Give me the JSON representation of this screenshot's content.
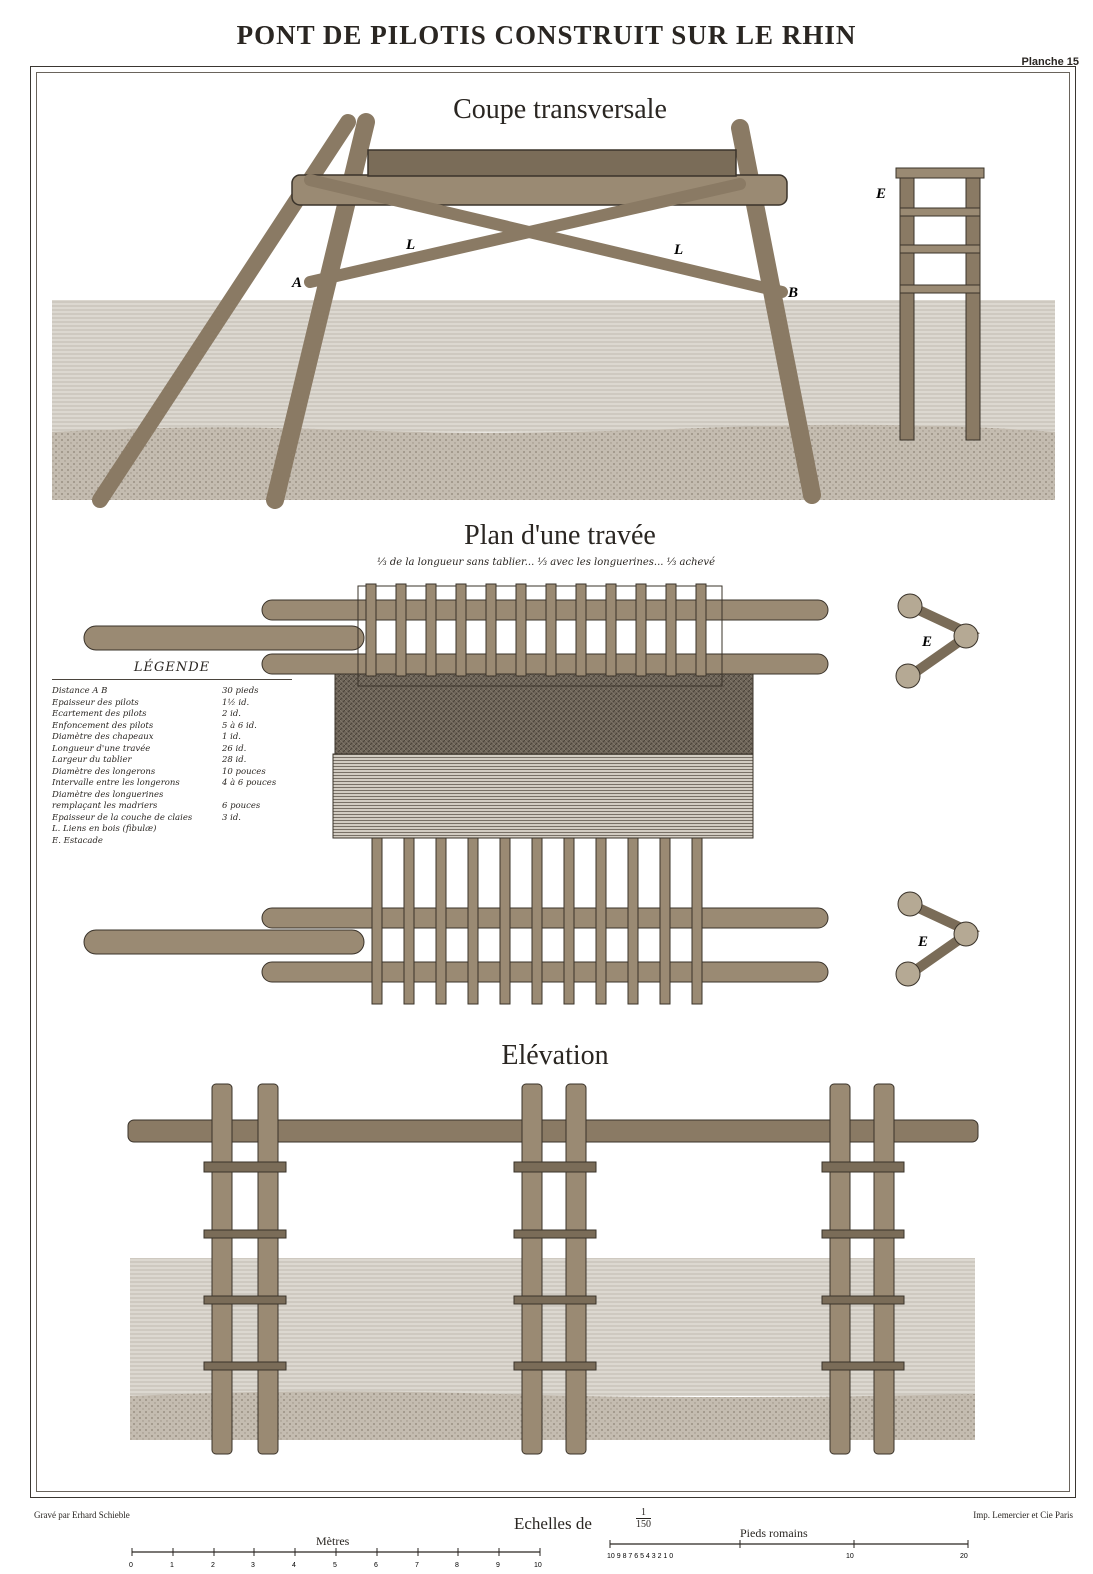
{
  "header": {
    "title": "PONT DE PILOTIS CONSTRUIT SUR LE RHIN",
    "plate": "Planche 15"
  },
  "sections": {
    "cross_section": {
      "title": "Coupe transversale",
      "labels": {
        "a": "A",
        "b": "B",
        "l1": "L",
        "l2": "L",
        "e": "E"
      }
    },
    "plan": {
      "title": "Plan d'une travée",
      "subtitle": "⅓ de la longueur sans tablier... ⅓ avec les longuerines... ⅓ achevé",
      "labels": {
        "e_top": "E",
        "e_bottom": "E"
      }
    },
    "elevation": {
      "title": "Elévation"
    }
  },
  "legend": {
    "title": "LÉGENDE",
    "rows": [
      {
        "label": "Distance A B",
        "value": "30 pieds"
      },
      {
        "label": "Epaisseur des pilots",
        "value": "1½ id."
      },
      {
        "label": "Ecartement des pilots",
        "value": "2 id."
      },
      {
        "label": "Enfoncement des pilots",
        "value": "5 à 6 id."
      },
      {
        "label": "Diamètre des chapeaux",
        "value": "1 id."
      },
      {
        "label": "Longueur d'une travée",
        "value": "26 id."
      },
      {
        "label": "Largeur du tablier",
        "value": "28 id."
      },
      {
        "label": "Diamètre des longerons",
        "value": "10 pouces"
      },
      {
        "label": "Intervalle entre les longerons",
        "value": "4 à 6 pouces"
      },
      {
        "label": "Diamètre des longuerines",
        "value": ""
      },
      {
        "label": "remplaçant les madriers",
        "value": "6 pouces"
      },
      {
        "label": "Epaisseur de la couche de claies",
        "value": "3 id."
      },
      {
        "label": "L. Liens en bois (fibulæ)",
        "value": ""
      },
      {
        "label": "E. Estacade",
        "value": ""
      }
    ]
  },
  "footer": {
    "engraver": "Gravé par Erhard Schieble",
    "printer": "Imp. Lemercier et Cie Paris",
    "scale_title": "Echelles de",
    "scale_num": "1",
    "scale_den": "150",
    "metres_label": "Mètres",
    "metres_ticks": [
      "0",
      "1",
      "2",
      "3",
      "4",
      "5",
      "6",
      "7",
      "8",
      "9",
      "10"
    ],
    "pieds_label": "Pieds romains",
    "pieds_small_ticks": "10 9 8 7 6 5 4 3 2 1 0",
    "pieds_ticks": [
      "10",
      "20"
    ]
  },
  "colors": {
    "ink": "#2a2622",
    "wood": "#8a7a64",
    "water": "#cfcac1",
    "ground": "#a59c8f"
  }
}
